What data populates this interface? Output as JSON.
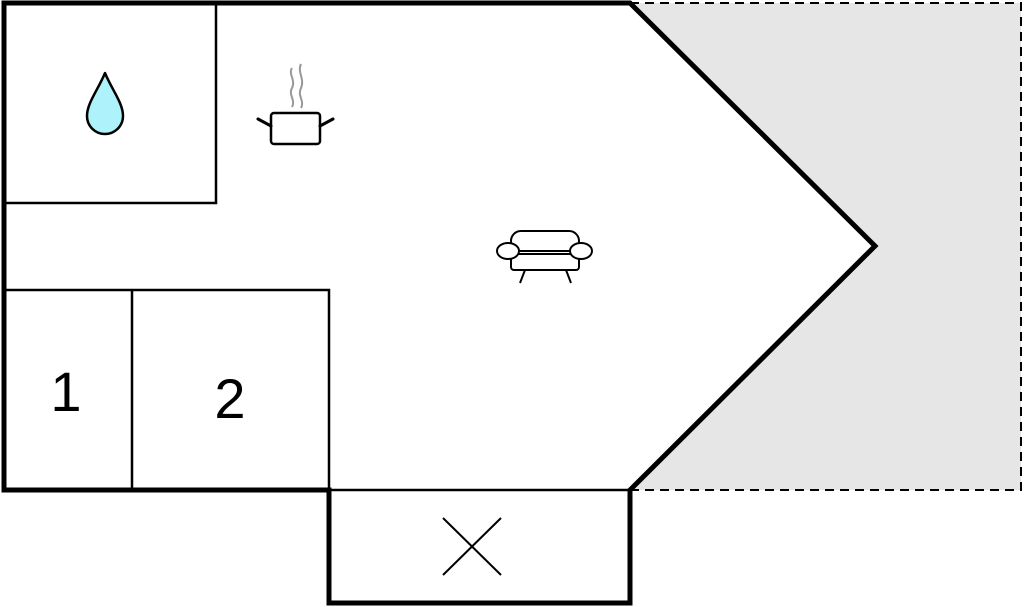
{
  "rooms": [
    {
      "id": "bathroom",
      "icon": "water-drop-icon"
    },
    {
      "id": "kitchen",
      "icon": "cooking-pot-icon"
    },
    {
      "id": "living-room",
      "icon": "sofa-icon"
    },
    {
      "id": "bedroom-1",
      "label": "1"
    },
    {
      "id": "bedroom-2",
      "label": "2"
    },
    {
      "id": "entrance",
      "icon": "cross-mark-icon"
    },
    {
      "id": "terrace",
      "fill": "#e6e6e6"
    }
  ],
  "colors": {
    "wall": "#000000",
    "terrace": "#e6e6e6",
    "water": "#aef2fb",
    "steam": "#999999",
    "background": "#ffffff"
  }
}
